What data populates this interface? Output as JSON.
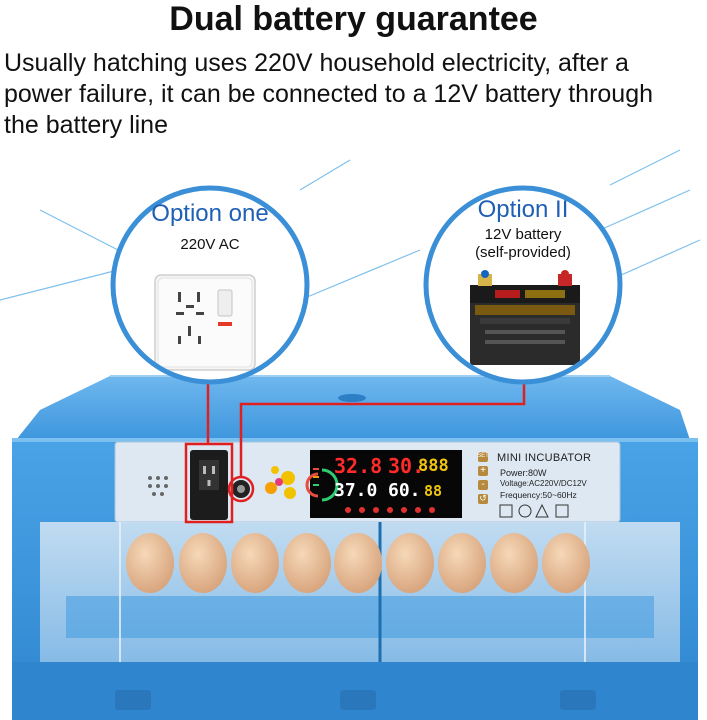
{
  "headline": "Dual battery guarantee",
  "description": {
    "line1": " Usually hatching uses 220V household electricity, after a",
    "line2": "power failure, it can be connected to a 12V battery through",
    "line3": "the battery line"
  },
  "option_one": {
    "title": "Option one",
    "subtitle": "220V AC"
  },
  "option_two": {
    "title": "Option II",
    "subtitle_line1": "12V battery",
    "subtitle_line2": "(self-provided)"
  },
  "panel": {
    "model": "MINI INCUBATOR",
    "power": "Power:80W",
    "voltage": "Voltage:AC220V/DC12V",
    "frequency": "Frequency:50~60Hz",
    "buttons": [
      "SET",
      "+",
      "-",
      "↺"
    ]
  },
  "display": {
    "temp_reading": "32.8",
    "humidity_reading": "30.",
    "temp_setting": "37.0",
    "humidity_setting": "60.",
    "count_top": "888",
    "count_bottom": "88"
  },
  "colors": {
    "accent_blue": "#1f5fb4",
    "incubator_blue": "#3f9be0",
    "highlight_red": "#e02020"
  }
}
